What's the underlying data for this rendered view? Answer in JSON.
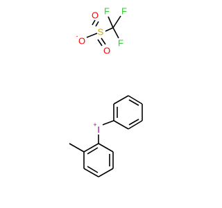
{
  "molecule": {
    "colors": {
      "bond": "#000000",
      "oxygen": "#ff0000",
      "sulfur": "#ccaa00",
      "fluorine": "#33cc33",
      "iodine": "#940094"
    },
    "atoms": {
      "o_minus": {
        "symbol": "O",
        "charge": "-"
      },
      "o_top": {
        "symbol": "O"
      },
      "o_bottom": {
        "symbol": "O"
      },
      "s": {
        "symbol": "S"
      },
      "f_left": {
        "symbol": "F"
      },
      "f_right": {
        "symbol": "F"
      },
      "f_bottom": {
        "symbol": "F"
      },
      "iodine": {
        "symbol": "I",
        "charge": "+"
      }
    }
  }
}
